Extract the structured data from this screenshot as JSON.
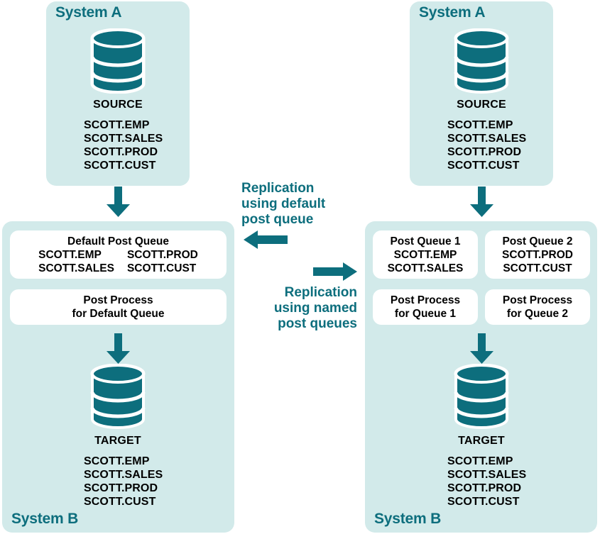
{
  "colors": {
    "teal": "#0d6e7d",
    "panel_bg": "#d2eaea",
    "card_bg": "#ffffff",
    "text": "#000000"
  },
  "left_scenario": {
    "system_a": {
      "title": "System A",
      "db_label": "SOURCE",
      "db_icon": "database-cylinder-icon",
      "tables": [
        "SCOTT.EMP",
        "SCOTT.SALES",
        "SCOTT.PROD",
        "SCOTT.CUST"
      ]
    },
    "arrow_source_to_queue": "arrow-down-icon",
    "system_b": {
      "title": "System B",
      "queue_card": {
        "title": "Default Post Queue",
        "col1": [
          "SCOTT.EMP",
          "SCOTT.SALES"
        ],
        "col2": [
          "SCOTT.PROD",
          "SCOTT.CUST"
        ]
      },
      "process_card": {
        "line1": "Post Process",
        "line2": "for Default Queue"
      },
      "arrow_process_to_target": "arrow-down-icon",
      "db_label": "TARGET",
      "db_icon": "database-cylinder-icon",
      "tables": [
        "SCOTT.EMP",
        "SCOTT.SALES",
        "SCOTT.PROD",
        "SCOTT.CUST"
      ]
    }
  },
  "right_scenario": {
    "system_a": {
      "title": "System A",
      "db_label": "SOURCE",
      "db_icon": "database-cylinder-icon",
      "tables": [
        "SCOTT.EMP",
        "SCOTT.SALES",
        "SCOTT.PROD",
        "SCOTT.CUST"
      ]
    },
    "arrow_source_to_queue": "arrow-down-icon",
    "system_b": {
      "title": "System B",
      "queue_cards": [
        {
          "title": "Post Queue 1",
          "tables": [
            "SCOTT.EMP",
            "SCOTT.SALES"
          ]
        },
        {
          "title": "Post Queue 2",
          "tables": [
            "SCOTT.PROD",
            "SCOTT.CUST"
          ]
        }
      ],
      "process_cards": [
        {
          "line1": "Post Process",
          "line2": "for Queue 1"
        },
        {
          "line1": "Post Process",
          "line2": "for Queue 2"
        }
      ],
      "arrow_process_to_target": "arrow-down-icon",
      "db_label": "TARGET",
      "db_icon": "database-cylinder-icon",
      "tables": [
        "SCOTT.EMP",
        "SCOTT.SALES",
        "SCOTT.PROD",
        "SCOTT.CUST"
      ]
    }
  },
  "center": {
    "left_label": {
      "line1": "Replication",
      "line2": "using default",
      "line3": "post queue"
    },
    "left_arrow": "arrow-left-icon",
    "right_arrow": "arrow-right-icon",
    "right_label": {
      "line1": "Replication",
      "line2": "using named",
      "line3": "post queues"
    }
  }
}
